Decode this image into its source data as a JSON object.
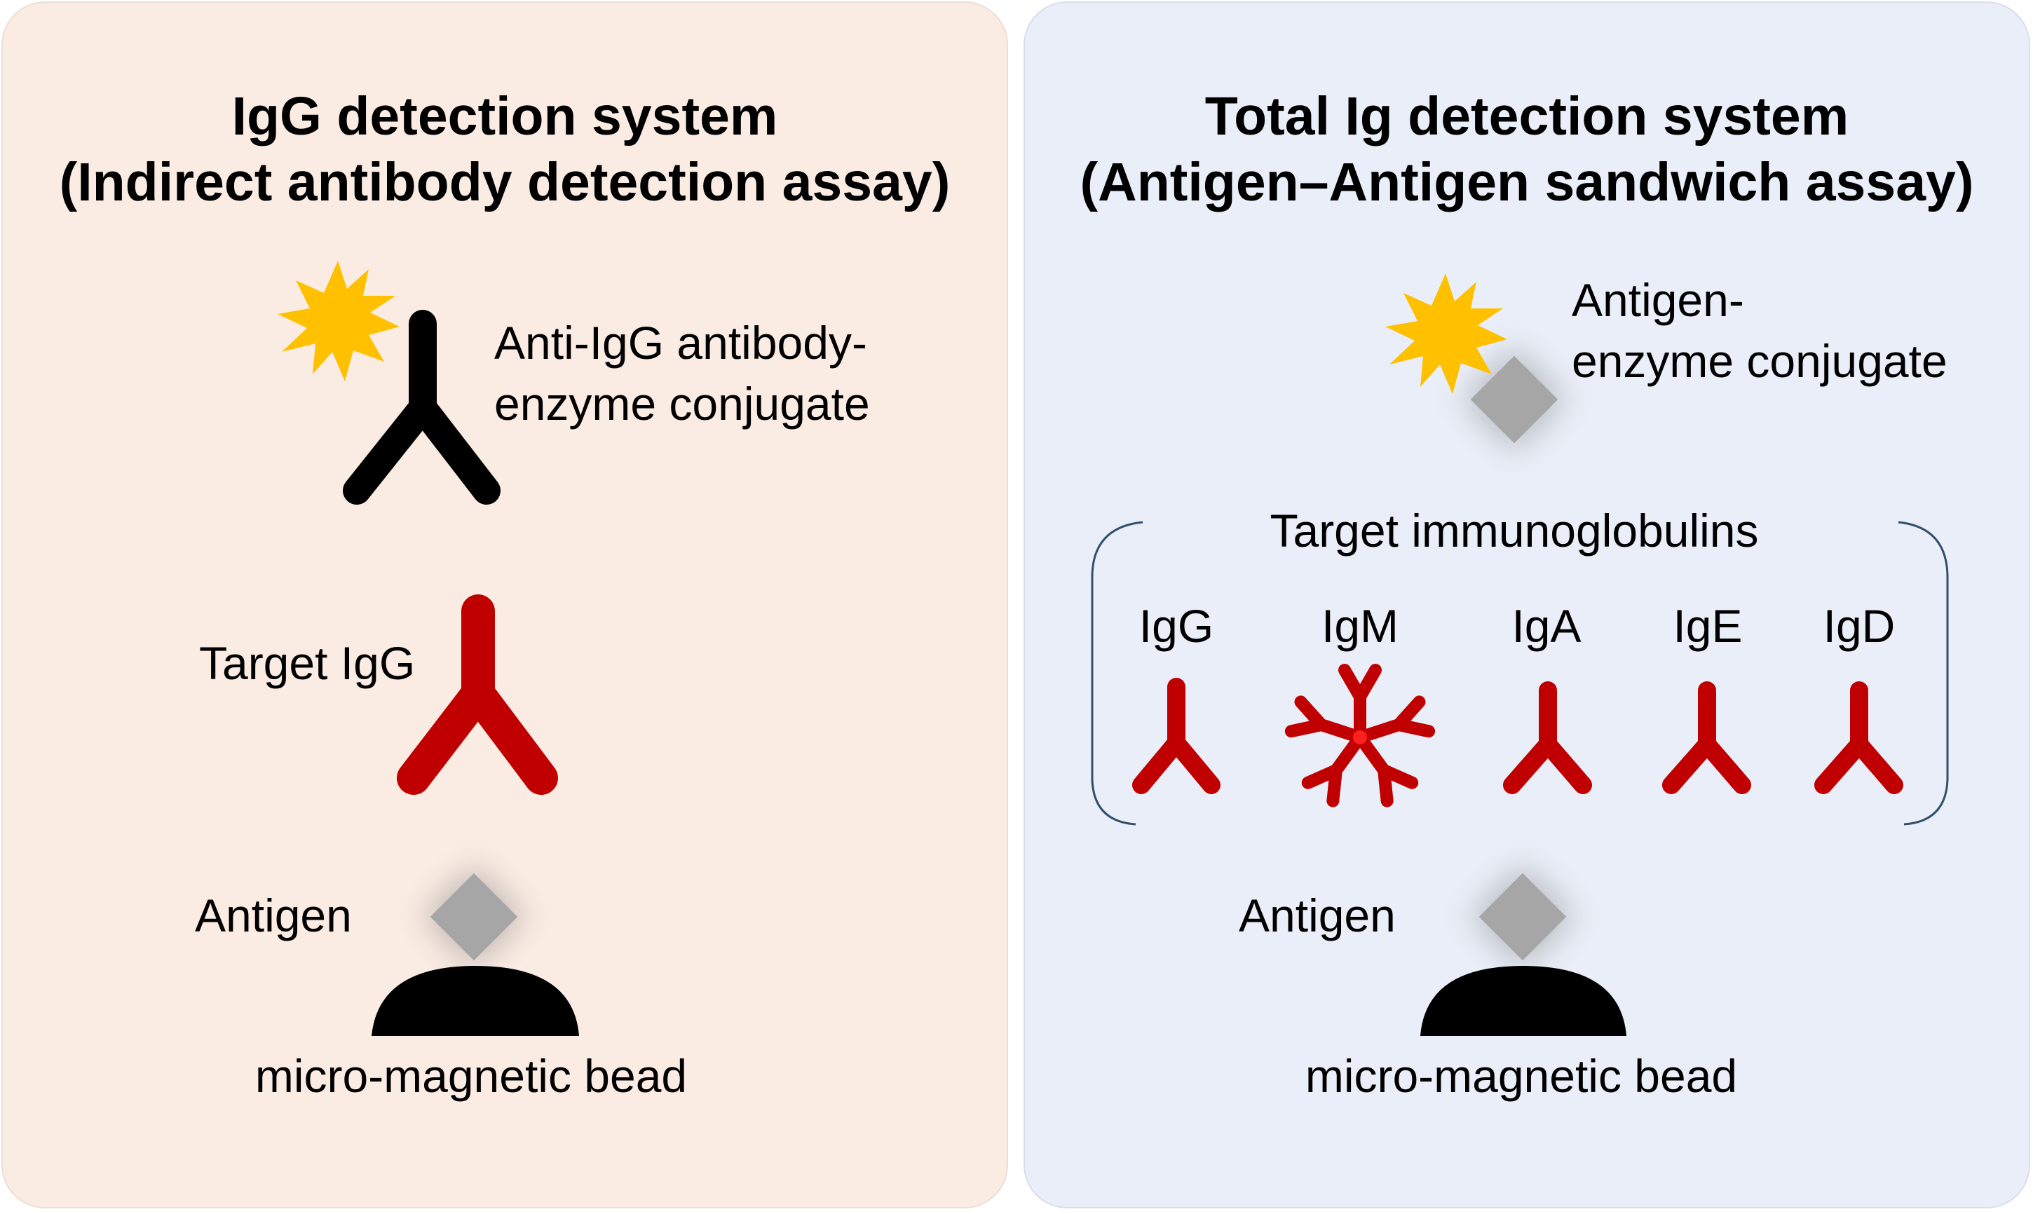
{
  "left_panel": {
    "title": "IgG detection system",
    "subtitle": "(Indirect antibody detection assay)",
    "conjugate_label_line1": "Anti-IgG antibody-",
    "conjugate_label_line2": "enzyme conjugate",
    "target_label": "Target IgG",
    "antigen_label": "Antigen",
    "bead_label": "micro-magnetic bead",
    "colors": {
      "background": "#fbece3",
      "conjugate_antibody": "#000000",
      "target_antibody": "#c00000"
    }
  },
  "right_panel": {
    "title": "Total Ig detection system",
    "subtitle": "(Antigen–Antigen sandwich assay)",
    "conjugate_label_line1": "Antigen-",
    "conjugate_label_line2": "enzyme conjugate",
    "group_label": "Target immunoglobulins",
    "isotypes": [
      "IgG",
      "IgM",
      "IgA",
      "IgE",
      "IgD"
    ],
    "antigen_label": "Antigen",
    "bead_label": "micro-magnetic bead",
    "colors": {
      "background": "#e9eef8",
      "antibody": "#c00000"
    }
  },
  "icons": {
    "enzyme": "starburst-icon",
    "antigen": "diamond-icon",
    "bead": "half-dome-bead-icon",
    "antibody": "y-shaped-antibody-icon",
    "igm": "pentamer-antibody-icon"
  },
  "colors": {
    "enzyme": "#ffc000",
    "antigen": "#a6a6a6",
    "bead": "#000000"
  }
}
